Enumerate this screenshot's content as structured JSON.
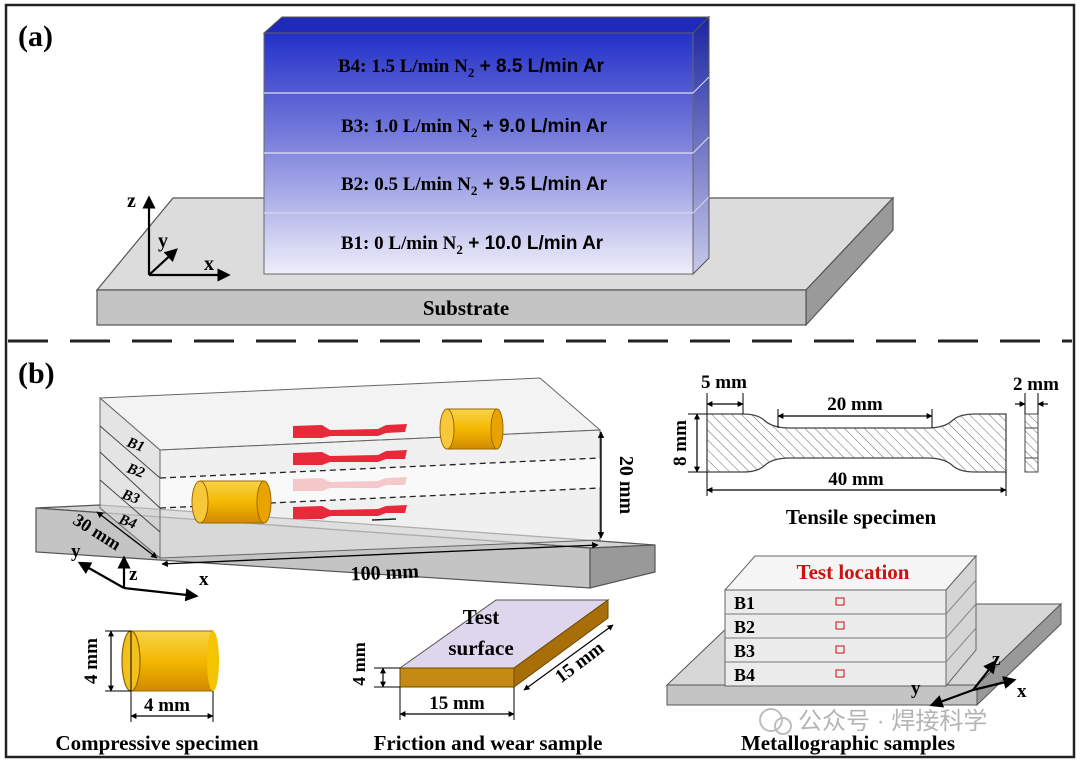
{
  "panel_a": {
    "label": "(a)",
    "substrate_label": "Substrate",
    "layers": [
      {
        "id": "B4",
        "prefix": "B4: 1.5 L/min N",
        "sub": "2",
        "suffix": " + 8.5 L/min Ar"
      },
      {
        "id": "B3",
        "prefix": "B3: 1.0 L/min N",
        "sub": "2",
        "suffix": " + 9.0 L/min Ar"
      },
      {
        "id": "B2",
        "prefix": "B2: 0.5 L/min N",
        "sub": "2",
        "suffix": " + 9.5 L/min Ar"
      },
      {
        "id": "B1",
        "prefix": "B1: 0 L/min N",
        "sub": "2",
        "suffix": " + 10.0 L/min Ar"
      }
    ],
    "axes": {
      "z": "z",
      "y": "y",
      "x": "x"
    }
  },
  "panel_b": {
    "label": "(b)",
    "block": {
      "layer_labels": [
        "B1",
        "B2",
        "B3",
        "B4"
      ],
      "dim_height": "20 mm",
      "dim_width": "30 mm",
      "dim_length": "100 mm",
      "axes": {
        "y": "y",
        "z": "z",
        "x": "x"
      }
    },
    "tensile": {
      "caption": "Tensile specimen",
      "dim_grip": "5 mm",
      "dim_gauge": "20 mm",
      "dim_total": "40 mm",
      "dim_width": "8 mm",
      "dim_thickness": "2 mm"
    },
    "compressive": {
      "caption": "Compressive specimen",
      "dim_diameter": "4 mm",
      "dim_length": "4 mm"
    },
    "friction": {
      "caption": "Friction and wear sample",
      "surface_line1": "Test",
      "surface_line2": "surface",
      "dim_height": "4 mm",
      "dim_width": "15 mm",
      "dim_depth": "15 mm"
    },
    "metallographic": {
      "caption": "Metallographic samples",
      "test_location": "Test location",
      "layer_labels": [
        "B1",
        "B2",
        "B3",
        "B4"
      ],
      "axes": {
        "z": "z",
        "y": "y",
        "x": "x"
      }
    }
  },
  "watermark": "公众号 · 焊接科学",
  "colors": {
    "layer_top": "#2330c8",
    "layer_bottom": "#e9e8f8",
    "substrate": "#c8c8c8",
    "cylinder": "#f5c400",
    "tensile_red": "#e8293a",
    "friction_brown": "#c58a12",
    "friction_top": "#ddd6ec",
    "test_location": "#cc1111"
  }
}
